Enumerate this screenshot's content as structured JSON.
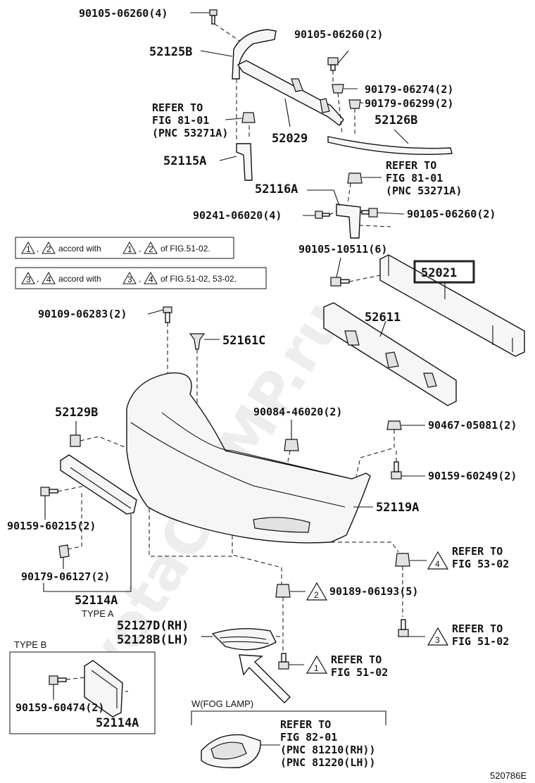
{
  "watermark": "ToyotaCarMP.ru",
  "figure_code": "520786E",
  "notes": {
    "note1": {
      "a": "1",
      "b": "2",
      "mid": "accord with",
      "c": "1",
      "d": "2",
      "tail": "of FIG.51-02."
    },
    "note2": {
      "a": "3",
      "b": "4",
      "mid": "accord with",
      "c": "3",
      "d": "4",
      "tail": "of FIG.51-02, 53-02."
    }
  },
  "labels": {
    "p90105_06260_4": "90105-06260(4)",
    "p52125b": "52125B",
    "p90105_06260_2_top": "90105-06260(2)",
    "p90179_06274": "90179-06274(2)",
    "p90179_06299": "90179-06299(2)",
    "p52126b": "52126B",
    "p52029": "52029",
    "refer_fig8101_a_1": "REFER TO",
    "refer_fig8101_a_2": "FIG 81-01",
    "refer_fig8101_a_3": "(PNC 53271A)",
    "p52115a": "52115A",
    "refer_fig8101_b_1": "REFER TO",
    "refer_fig8101_b_2": "FIG 81-01",
    "refer_fig8101_b_3": "(PNC 53271A)",
    "p52116a": "52116A",
    "p90241_06020": "90241-06020(4)",
    "p90105_06260_2_mid": "90105-06260(2)",
    "p90105_10511": "90105-10511(6)",
    "p52021": "52021",
    "p90109_06283": "90109-06283(2)",
    "p52611": "52611",
    "p52161c": "52161C",
    "p52129b": "52129B",
    "p90084_46020": "90084-46020(2)",
    "p90467_05081": "90467-05081(2)",
    "p90159_60249": "90159-60249(2)",
    "p52119a": "52119A",
    "p90159_60215": "90159-60215(2)",
    "p90179_06127": "90179-06127(2)",
    "p52114a_top": "52114A",
    "type_a": "TYPE A",
    "refer_fig5302_1": "REFER TO",
    "refer_fig5302_2": "FIG 53-02",
    "p90189_06193": "90189-06193(5)",
    "p52127d": "52127D(RH)",
    "p52128b": "52128B(LH)",
    "refer_fig5102_a_1": "REFER TO",
    "refer_fig5102_a_2": "FIG 51-02",
    "refer_fig5102_b_1": "REFER TO",
    "refer_fig5102_b_2": "FIG 51-02",
    "type_b": "TYPE B",
    "p90159_60474": "90159-60474(2)",
    "p52114a_bottom": "52114A",
    "fog_lamp": "W(FOG LAMP)",
    "refer_fig8201_1": "REFER TO",
    "refer_fig8201_2": "FIG 82-01",
    "refer_fig8201_3": "(PNC 81210(RH))",
    "refer_fig8201_4": "(PNC 81220(LH))"
  },
  "triangles": {
    "t4": "4",
    "t2": "2",
    "t3": "3",
    "t1": "1"
  }
}
